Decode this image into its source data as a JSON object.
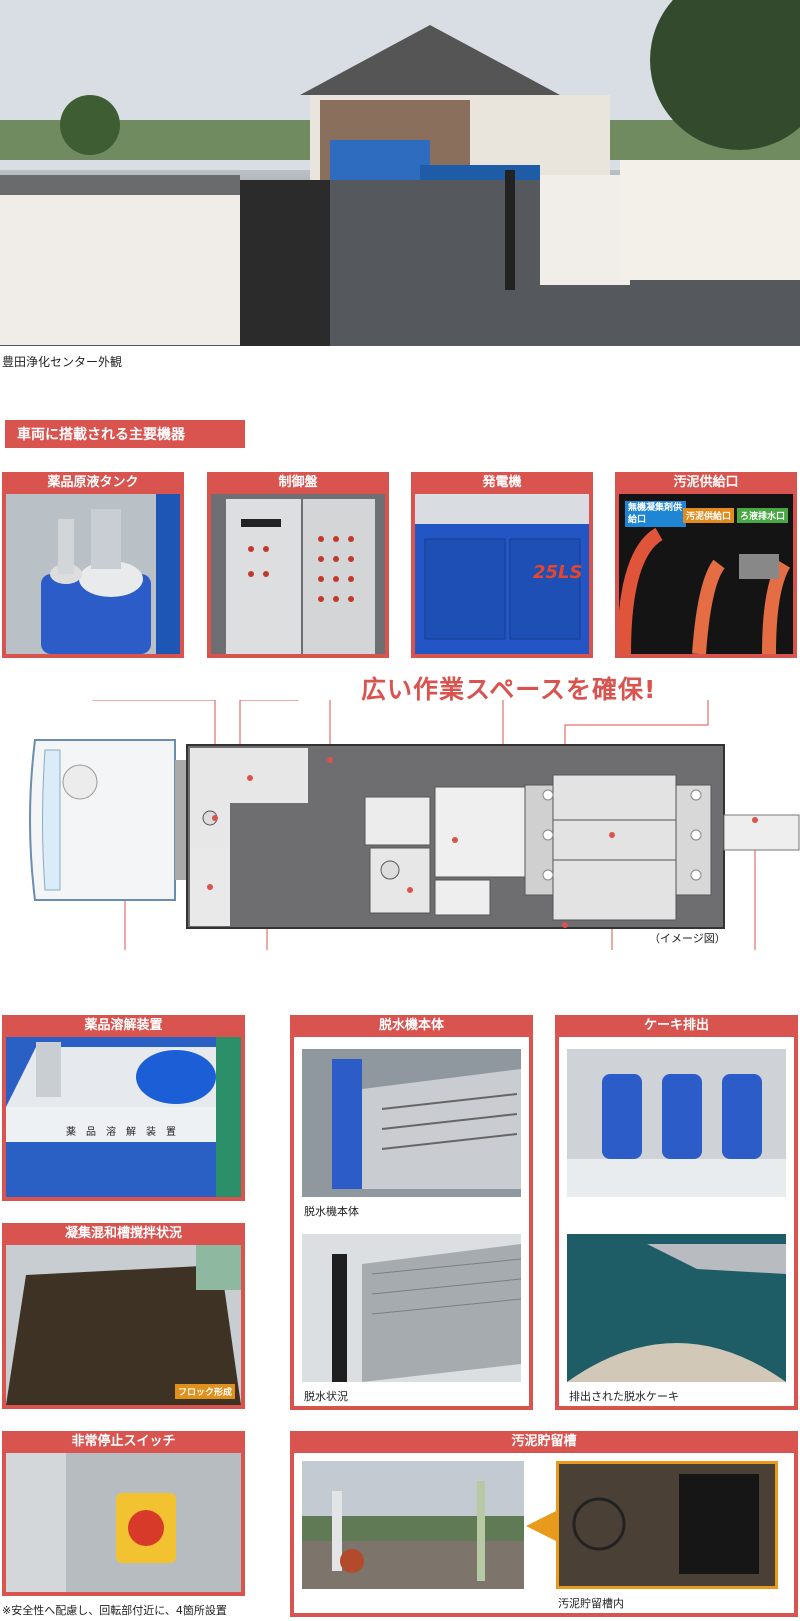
{
  "top_photo": {
    "caption": "豊田浄化センター外観"
  },
  "section_title": "車両に搭載される主要機器",
  "callout": "広い作業スペースを確保!",
  "image_note": "（イメージ図）",
  "truck_label": "25LS",
  "panels": {
    "chem_tank": {
      "title": "薬品原液タンク"
    },
    "control_panel": {
      "title": "制御盤"
    },
    "generator": {
      "title": "発電機"
    },
    "sludge_supply": {
      "title": "汚泥供給口",
      "tags": [
        "無機凝集剤供給口",
        "汚泥供給口",
        "ろ液排水口"
      ]
    },
    "chem_dissolver": {
      "title": "薬品溶解装置",
      "photo_text": "薬　品　溶　解　装　置"
    },
    "dewatering": {
      "title": "脱水機本体",
      "sub1": "脱水機本体",
      "sub2": "脱水状況"
    },
    "cake": {
      "title": "ケーキ排出",
      "sub1": "",
      "sub2": "排出された脱水ケーキ"
    },
    "flocculation": {
      "title": "凝集混和槽撹拌状況",
      "badge": "フロック形成"
    },
    "emergency_stop": {
      "title": "非常停止スイッチ",
      "note": "※安全性へ配慮し、回転部付近に、4箇所設置"
    },
    "sludge_storage": {
      "title": "汚泥貯留槽",
      "sub": "汚泥貯留槽内"
    }
  },
  "colors": {
    "accent": "#d9534f",
    "blue_machine": "#2c5cc7"
  }
}
